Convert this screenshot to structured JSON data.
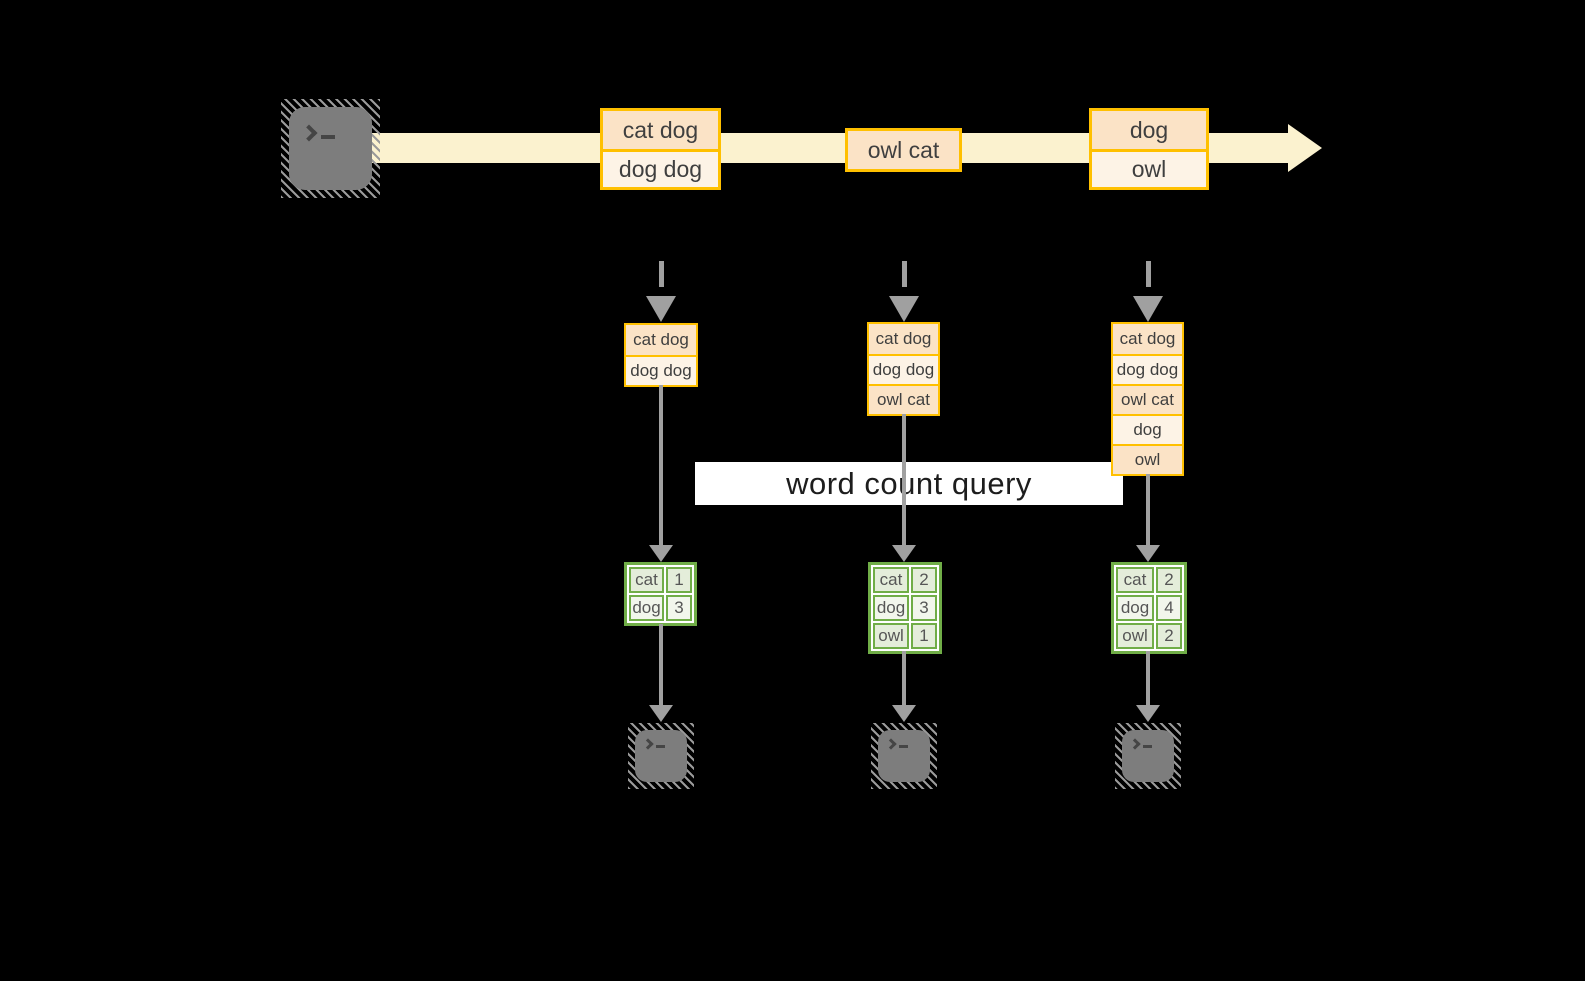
{
  "colors": {
    "background": "#000000",
    "amber_border": "#FFC000",
    "peach_fill": "#FBE3C6",
    "cream_fill": "#FDF3E6",
    "stream_band": "#FBF2CF",
    "green_border": "#70AD47",
    "green_fill": "#E4EDDA",
    "green_fill_light": "#F2F6EC",
    "arrow_gray": "#A0A0A0",
    "terminal_gray": "#7D7D7D",
    "text_dark": "#3F3F3F"
  },
  "icons": {
    "source": "terminal-icon",
    "sinks": [
      "terminal-icon",
      "terminal-icon",
      "terminal-icon"
    ],
    "terminal_glyph": ">_"
  },
  "stream": {
    "events": [
      {
        "lines": [
          "cat dog",
          "dog dog"
        ]
      },
      {
        "lines": [
          "owl cat"
        ]
      },
      {
        "lines": [
          "dog",
          "owl"
        ]
      }
    ]
  },
  "query": {
    "label": "word count query"
  },
  "columns": [
    {
      "state": [
        "cat dog",
        "dog dog"
      ],
      "counts": [
        {
          "word": "cat",
          "count": "1"
        },
        {
          "word": "dog",
          "count": "3"
        }
      ]
    },
    {
      "state": [
        "cat dog",
        "dog dog",
        "owl cat"
      ],
      "counts": [
        {
          "word": "cat",
          "count": "2"
        },
        {
          "word": "dog",
          "count": "3"
        },
        {
          "word": "owl",
          "count": "1"
        }
      ]
    },
    {
      "state": [
        "cat dog",
        "dog dog",
        "owl cat",
        "dog",
        "owl"
      ],
      "counts": [
        {
          "word": "cat",
          "count": "2"
        },
        {
          "word": "dog",
          "count": "4"
        },
        {
          "word": "owl",
          "count": "2"
        }
      ]
    }
  ]
}
